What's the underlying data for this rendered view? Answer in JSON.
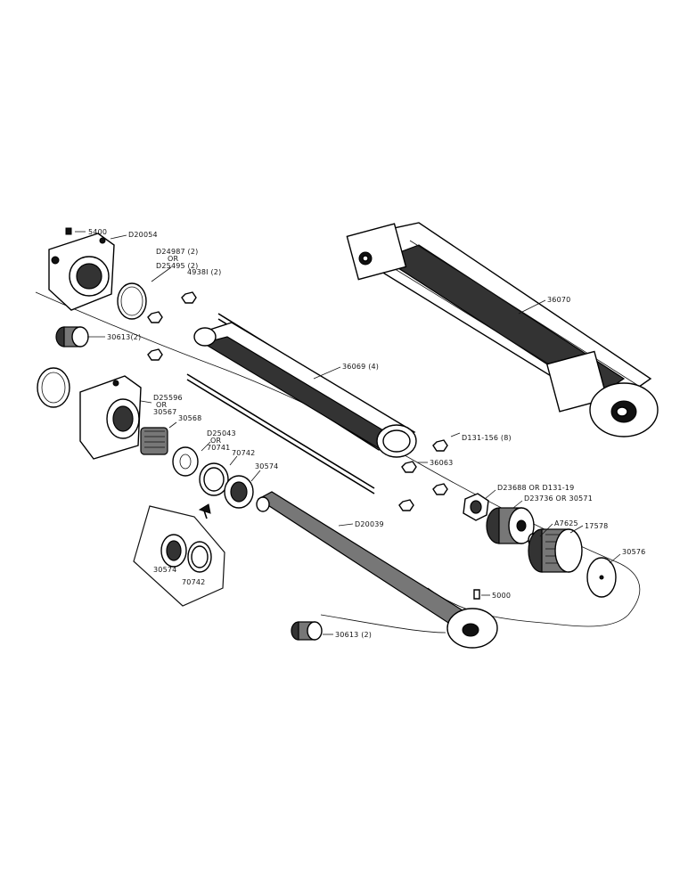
{
  "labels": {
    "l5400": "5400",
    "lD20054": "D20054",
    "lD24987": "D24987 (2)",
    "lOr1": "OR",
    "lD25495": "D25495 (2)",
    "l4938": "4938I (2)",
    "l36070": "36070",
    "l30613a": "30613(2)",
    "l36069": "36069 (4)",
    "lD25596": "D25596",
    "lOr2": "OR",
    "l30567": "30567",
    "l30568": "30568",
    "lD25043": "D25043",
    "lOr3": "OR",
    "l70741": "70741",
    "l70742a": "70742",
    "l30574a": "30574",
    "l36063": "36063",
    "lD131": "D131-156 (8)",
    "lD23688": "D23688  OR  D131-19",
    "lD23736": "D23736  OR  30571",
    "lA7625": "A7625",
    "l17578": "17578",
    "l30576": "30576",
    "lD20039": "D20039",
    "l5000": "5000",
    "l30613b": "30613 (2)",
    "l30574b": "30574",
    "l70742b": "70742"
  }
}
